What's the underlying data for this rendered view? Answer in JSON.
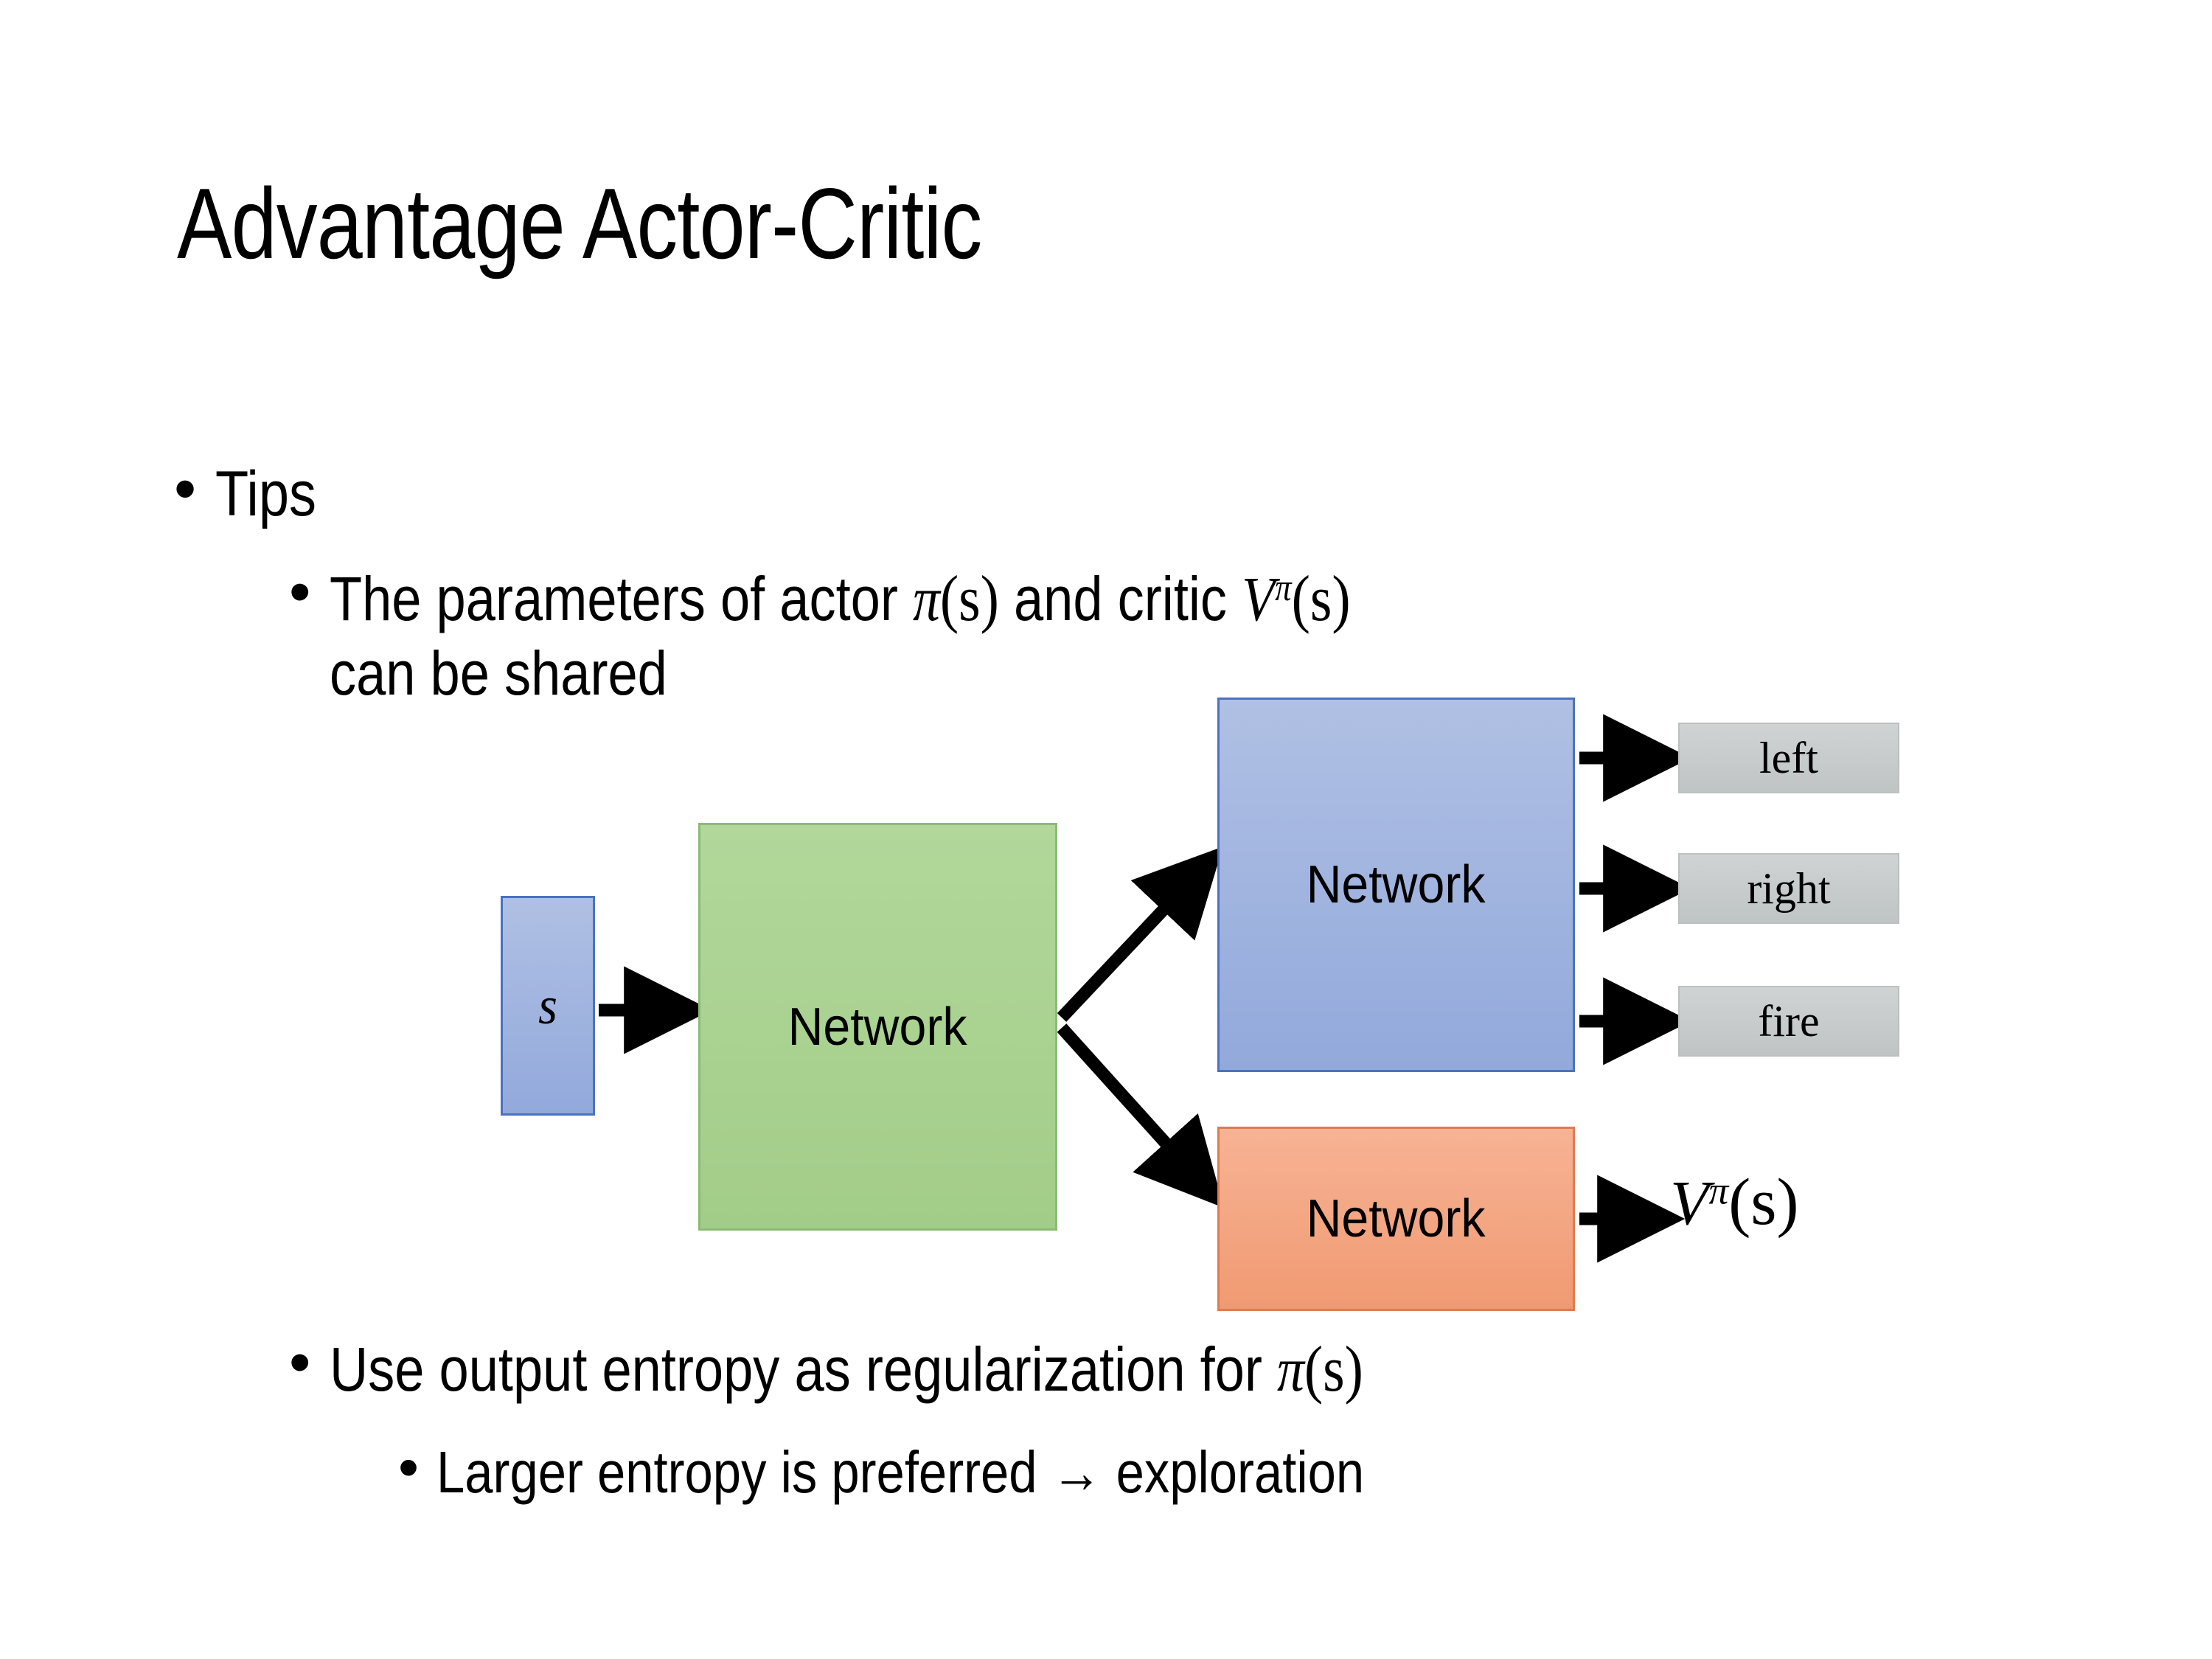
{
  "slide": {
    "title": "Advantage Actor-Critic",
    "background": "#ffffff"
  },
  "bullets": {
    "tips": {
      "marker": "•",
      "text": "Tips"
    },
    "parameters": {
      "marker": "•",
      "prefix": "The parameters of actor ",
      "actor_symbol": "π",
      "actor_arg": "(s)",
      "middle": "  and critic ",
      "critic_symbol": "V",
      "critic_superscript": "π",
      "critic_arg": "(s)",
      "second_line": "can be shared"
    },
    "entropy": {
      "marker": "•",
      "prefix": "Use output entropy as regularization for ",
      "symbol": "π",
      "arg": "(s)"
    },
    "larger": {
      "marker": "•",
      "text": "Larger entropy is preferred → exploration"
    }
  },
  "diagram": {
    "input_box": {
      "label": "s",
      "fill": "#9db2e0",
      "border": "#4a72c0"
    },
    "shared_network": {
      "label": "Network",
      "fill": "#a9d08e",
      "border": "#8cba74"
    },
    "actor_network": {
      "label": "Network",
      "fill": "#9db2e0",
      "border": "#4a72c0"
    },
    "critic_network": {
      "label": "Network",
      "fill": "#f4a582",
      "border": "#e07b50"
    },
    "actions": [
      {
        "label": "left",
        "fill": "#c6cacb"
      },
      {
        "label": "right",
        "fill": "#c6cacb"
      },
      {
        "label": "fire",
        "fill": "#c6cacb"
      }
    ],
    "critic_output": {
      "symbol": "V",
      "superscript": "π",
      "arg": "(s)"
    },
    "arrow_color": "#000000"
  }
}
